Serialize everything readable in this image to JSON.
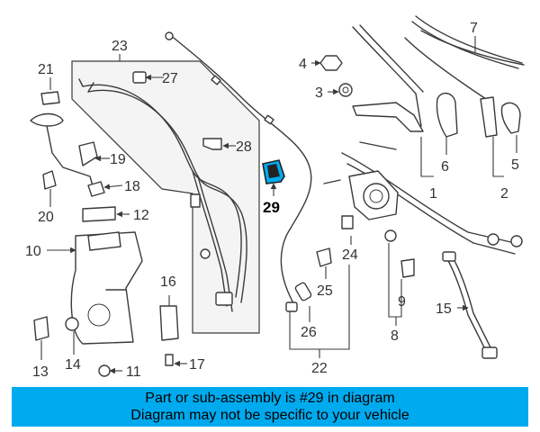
{
  "labels": {
    "1": "1",
    "2": "2",
    "3": "3",
    "4": "4",
    "5": "5",
    "6": "6",
    "7": "7",
    "8": "8",
    "9": "9",
    "10": "10",
    "11": "11",
    "12": "12",
    "13": "13",
    "14": "14",
    "15": "15",
    "16": "16",
    "17": "17",
    "18": "18",
    "19": "19",
    "20": "20",
    "21": "21",
    "22": "22",
    "23": "23",
    "24": "24",
    "25": "25",
    "26": "26",
    "27": "27",
    "28": "28",
    "29": "29"
  },
  "highlight": {
    "part_number": "29",
    "color": "#00aaee"
  },
  "banner": {
    "line1": "Part or sub-assembly is #29 in diagram",
    "line2": "Diagram may not be specific to your vehicle",
    "background": "#00aaee"
  }
}
